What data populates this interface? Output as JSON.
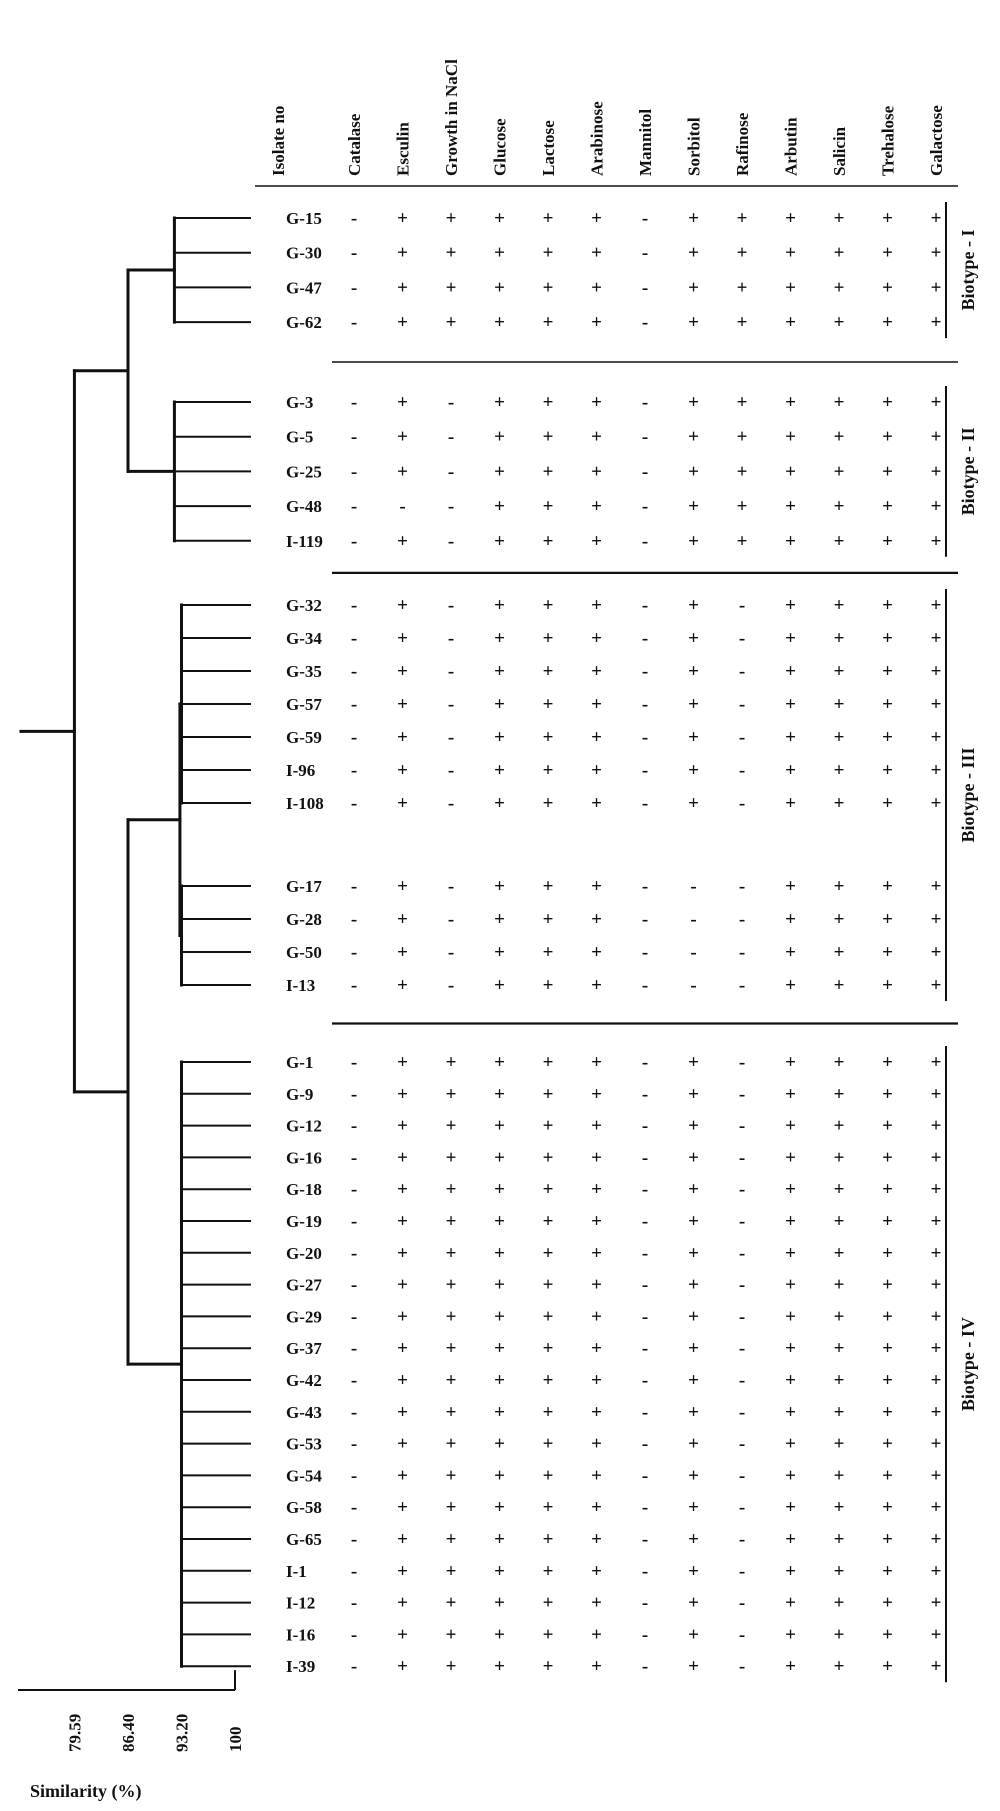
{
  "header_label": "Isolate no",
  "tests": [
    "Catalase",
    "Esculin",
    "Growth in NaCl",
    "Glucose",
    "Lactose",
    "Arabinose",
    "Mannitol",
    "Sorbitol",
    "Rafinose",
    "Arbutin",
    "Salicin",
    "Trehalose",
    "Galactose"
  ],
  "groups": [
    {
      "label": "Biotype - I",
      "rows": [
        {
          "isolate": "G-15",
          "results": [
            "-",
            "+",
            "+",
            "+",
            "+",
            "+",
            "-",
            "+",
            "+",
            "+",
            "+",
            "+",
            "+"
          ]
        },
        {
          "isolate": "G-30",
          "results": [
            "-",
            "+",
            "+",
            "+",
            "+",
            "+",
            "-",
            "+",
            "+",
            "+",
            "+",
            "+",
            "+"
          ]
        },
        {
          "isolate": "G-47",
          "results": [
            "-",
            "+",
            "+",
            "+",
            "+",
            "+",
            "-",
            "+",
            "+",
            "+",
            "+",
            "+",
            "+"
          ]
        },
        {
          "isolate": "G-62",
          "results": [
            "-",
            "+",
            "+",
            "+",
            "+",
            "+",
            "-",
            "+",
            "+",
            "+",
            "+",
            "+",
            "+"
          ]
        }
      ]
    },
    {
      "label": "Biotype - II",
      "rows": [
        {
          "isolate": "G-3",
          "results": [
            "-",
            "+",
            "-",
            "+",
            "+",
            "+",
            "-",
            "+",
            "+",
            "+",
            "+",
            "+",
            "+"
          ]
        },
        {
          "isolate": "G-5",
          "results": [
            "-",
            "+",
            "-",
            "+",
            "+",
            "+",
            "-",
            "+",
            "+",
            "+",
            "+",
            "+",
            "+"
          ]
        },
        {
          "isolate": "G-25",
          "results": [
            "-",
            "+",
            "-",
            "+",
            "+",
            "+",
            "-",
            "+",
            "+",
            "+",
            "+",
            "+",
            "+"
          ]
        },
        {
          "isolate": "G-48",
          "results": [
            "-",
            "-",
            "-",
            "+",
            "+",
            "+",
            "-",
            "+",
            "+",
            "+",
            "+",
            "+",
            "+"
          ]
        },
        {
          "isolate": "I-119",
          "results": [
            "-",
            "+",
            "-",
            "+",
            "+",
            "+",
            "-",
            "+",
            "+",
            "+",
            "+",
            "+",
            "+"
          ]
        }
      ]
    },
    {
      "label": "Biotype - III",
      "rows": [
        {
          "isolate": "G-32",
          "results": [
            "-",
            "+",
            "-",
            "+",
            "+",
            "+",
            "-",
            "+",
            "-",
            "+",
            "+",
            "+",
            "+"
          ]
        },
        {
          "isolate": "G-34",
          "results": [
            "-",
            "+",
            "-",
            "+",
            "+",
            "+",
            "-",
            "+",
            "-",
            "+",
            "+",
            "+",
            "+"
          ]
        },
        {
          "isolate": "G-35",
          "results": [
            "-",
            "+",
            "-",
            "+",
            "+",
            "+",
            "-",
            "+",
            "-",
            "+",
            "+",
            "+",
            "+"
          ]
        },
        {
          "isolate": "G-57",
          "results": [
            "-",
            "+",
            "-",
            "+",
            "+",
            "+",
            "-",
            "+",
            "-",
            "+",
            "+",
            "+",
            "+"
          ]
        },
        {
          "isolate": "G-59",
          "results": [
            "-",
            "+",
            "-",
            "+",
            "+",
            "+",
            "-",
            "+",
            "-",
            "+",
            "+",
            "+",
            "+"
          ]
        },
        {
          "isolate": "I-96",
          "results": [
            "-",
            "+",
            "-",
            "+",
            "+",
            "+",
            "-",
            "+",
            "-",
            "+",
            "+",
            "+",
            "+"
          ]
        },
        {
          "isolate": "I-108",
          "results": [
            "-",
            "+",
            "-",
            "+",
            "+",
            "+",
            "-",
            "+",
            "-",
            "+",
            "+",
            "+",
            "+"
          ]
        },
        {
          "isolate": "G-17",
          "results": [
            "-",
            "+",
            "-",
            "+",
            "+",
            "+",
            "-",
            "-",
            "-",
            "+",
            "+",
            "+",
            "+"
          ]
        },
        {
          "isolate": "G-28",
          "results": [
            "-",
            "+",
            "-",
            "+",
            "+",
            "+",
            "-",
            "-",
            "-",
            "+",
            "+",
            "+",
            "+"
          ]
        },
        {
          "isolate": "G-50",
          "results": [
            "-",
            "+",
            "-",
            "+",
            "+",
            "+",
            "-",
            "-",
            "-",
            "+",
            "+",
            "+",
            "+"
          ]
        },
        {
          "isolate": "I-13",
          "results": [
            "-",
            "+",
            "-",
            "+",
            "+",
            "+",
            "-",
            "-",
            "-",
            "+",
            "+",
            "+",
            "+"
          ]
        }
      ]
    },
    {
      "label": "Biotype - IV",
      "rows": [
        {
          "isolate": "G-1",
          "results": [
            "-",
            "+",
            "+",
            "+",
            "+",
            "+",
            "-",
            "+",
            "-",
            "+",
            "+",
            "+",
            "+"
          ]
        },
        {
          "isolate": "G-9",
          "results": [
            "-",
            "+",
            "+",
            "+",
            "+",
            "+",
            "-",
            "+",
            "-",
            "+",
            "+",
            "+",
            "+"
          ]
        },
        {
          "isolate": "G-12",
          "results": [
            "-",
            "+",
            "+",
            "+",
            "+",
            "+",
            "-",
            "+",
            "-",
            "+",
            "+",
            "+",
            "+"
          ]
        },
        {
          "isolate": "G-16",
          "results": [
            "-",
            "+",
            "+",
            "+",
            "+",
            "+",
            "-",
            "+",
            "-",
            "+",
            "+",
            "+",
            "+"
          ]
        },
        {
          "isolate": "G-18",
          "results": [
            "-",
            "+",
            "+",
            "+",
            "+",
            "+",
            "-",
            "+",
            "-",
            "+",
            "+",
            "+",
            "+"
          ]
        },
        {
          "isolate": "G-19",
          "results": [
            "-",
            "+",
            "+",
            "+",
            "+",
            "+",
            "-",
            "+",
            "-",
            "+",
            "+",
            "+",
            "+"
          ]
        },
        {
          "isolate": "G-20",
          "results": [
            "-",
            "+",
            "+",
            "+",
            "+",
            "+",
            "-",
            "+",
            "-",
            "+",
            "+",
            "+",
            "+"
          ]
        },
        {
          "isolate": "G-27",
          "results": [
            "-",
            "+",
            "+",
            "+",
            "+",
            "+",
            "-",
            "+",
            "-",
            "+",
            "+",
            "+",
            "+"
          ]
        },
        {
          "isolate": "G-29",
          "results": [
            "-",
            "+",
            "+",
            "+",
            "+",
            "+",
            "-",
            "+",
            "-",
            "+",
            "+",
            "+",
            "+"
          ]
        },
        {
          "isolate": "G-37",
          "results": [
            "-",
            "+",
            "+",
            "+",
            "+",
            "+",
            "-",
            "+",
            "-",
            "+",
            "+",
            "+",
            "+"
          ]
        },
        {
          "isolate": "G-42",
          "results": [
            "-",
            "+",
            "+",
            "+",
            "+",
            "+",
            "-",
            "+",
            "-",
            "+",
            "+",
            "+",
            "+"
          ]
        },
        {
          "isolate": "G-43",
          "results": [
            "-",
            "+",
            "+",
            "+",
            "+",
            "+",
            "-",
            "+",
            "-",
            "+",
            "+",
            "+",
            "+"
          ]
        },
        {
          "isolate": "G-53",
          "results": [
            "-",
            "+",
            "+",
            "+",
            "+",
            "+",
            "-",
            "+",
            "-",
            "+",
            "+",
            "+",
            "+"
          ]
        },
        {
          "isolate": "G-54",
          "results": [
            "-",
            "+",
            "+",
            "+",
            "+",
            "+",
            "-",
            "+",
            "-",
            "+",
            "+",
            "+",
            "+"
          ]
        },
        {
          "isolate": "G-58",
          "results": [
            "-",
            "+",
            "+",
            "+",
            "+",
            "+",
            "-",
            "+",
            "-",
            "+",
            "+",
            "+",
            "+"
          ]
        },
        {
          "isolate": "G-65",
          "results": [
            "-",
            "+",
            "+",
            "+",
            "+",
            "+",
            "-",
            "+",
            "-",
            "+",
            "+",
            "+",
            "+"
          ]
        },
        {
          "isolate": "I-1",
          "results": [
            "-",
            "+",
            "+",
            "+",
            "+",
            "+",
            "-",
            "+",
            "-",
            "+",
            "+",
            "+",
            "+"
          ]
        },
        {
          "isolate": "I-12",
          "results": [
            "-",
            "+",
            "+",
            "+",
            "+",
            "+",
            "-",
            "+",
            "-",
            "+",
            "+",
            "+",
            "+"
          ]
        },
        {
          "isolate": "I-16",
          "results": [
            "-",
            "+",
            "+",
            "+",
            "+",
            "+",
            "-",
            "+",
            "-",
            "+",
            "+",
            "+",
            "+"
          ]
        },
        {
          "isolate": "I-39",
          "results": [
            "-",
            "+",
            "+",
            "+",
            "+",
            "+",
            "-",
            "+",
            "-",
            "+",
            "+",
            "+",
            "+"
          ]
        }
      ]
    }
  ],
  "similarity_axis": {
    "label": "Similarity (%)",
    "ticks": [
      "79.59",
      "86.40",
      "93.20",
      "100"
    ],
    "range": [
      72.8,
      100
    ]
  },
  "dendrogram": {
    "subclusters": [
      {
        "name": "biotype-I",
        "group": 0,
        "similarity": 92.3
      },
      {
        "name": "biotype-II",
        "group": 1,
        "similarity": 92.3
      },
      {
        "name": "biotype-III-a",
        "group": 2,
        "first": 0,
        "last": 6,
        "similarity": 93.2
      },
      {
        "name": "biotype-III-b",
        "group": 2,
        "first": 7,
        "last": 10,
        "similarity": 93.2
      },
      {
        "name": "biotype-IV",
        "group": 3,
        "similarity": 93.2
      }
    ],
    "joins": [
      {
        "name": "biotype-I-II",
        "a": "biotype-I",
        "b": "biotype-II",
        "similarity": 86.4
      },
      {
        "name": "biotype-III",
        "a": "biotype-III-a",
        "b": "biotype-III-b",
        "similarity": 93.0
      },
      {
        "name": "biotype-III-IV",
        "a": "biotype-III",
        "b": "biotype-IV",
        "similarity": 86.4
      },
      {
        "name": "root",
        "a": "biotype-I-II",
        "b": "biotype-III-IV",
        "similarity": 79.59
      }
    ],
    "root_stub_similarity": 72.8
  }
}
